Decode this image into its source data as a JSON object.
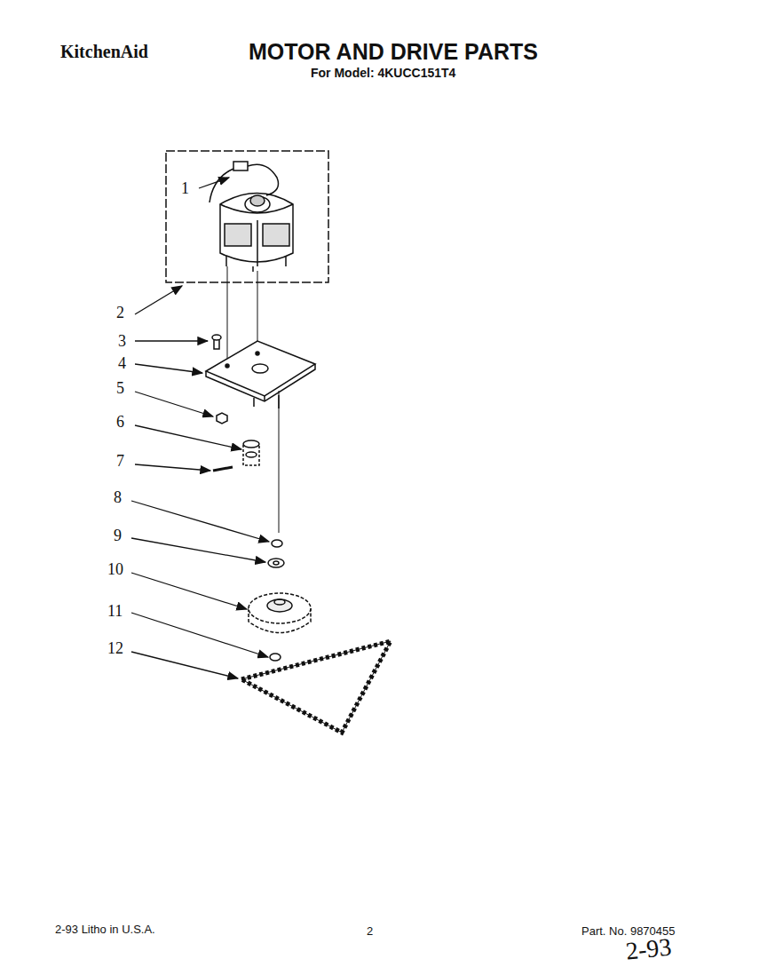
{
  "diagram": {
    "title": "MOTOR AND DRIVE PARTS",
    "labels": [
      "KitchenAid",
      "For Model: 4KUCC151T4",
      "1",
      "2",
      "3",
      "4",
      "5",
      "6",
      "7",
      "8",
      "9",
      "10",
      "11",
      "12",
      "2-93 Litho in U.S.A.",
      "2",
      "Part. No. 9870455",
      "2-93"
    ]
  }
}
